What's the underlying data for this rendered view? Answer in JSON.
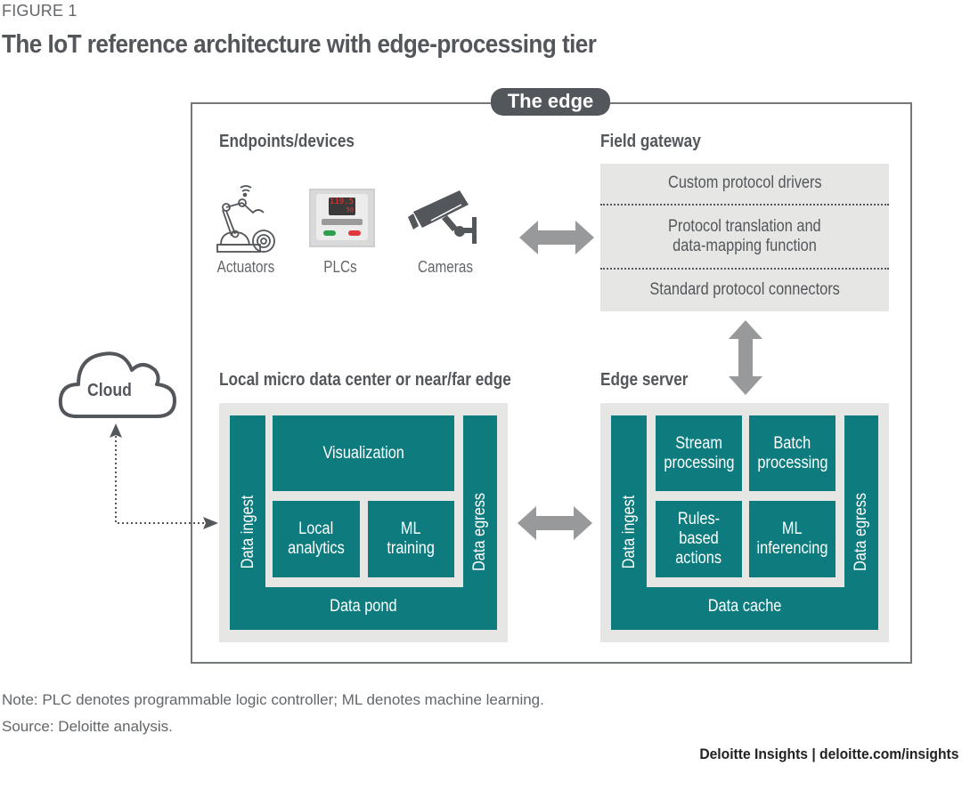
{
  "figure_label": "FIGURE 1",
  "title": "The IoT reference architecture with edge-processing tier",
  "edge_label": "The edge",
  "endpoints": {
    "heading": "Endpoints/devices",
    "devices": [
      {
        "label": "Actuators",
        "icon": "robot-arm-icon"
      },
      {
        "label": "PLCs",
        "icon": "plc-controller-icon",
        "display_top": "119.5",
        "display_bottom": "50"
      },
      {
        "label": "Cameras",
        "icon": "security-camera-icon"
      }
    ]
  },
  "field_gateway": {
    "heading": "Field gateway",
    "layers": [
      {
        "lines": [
          "Custom protocol drivers"
        ]
      },
      {
        "lines": [
          "Protocol translation and",
          "data-mapping function"
        ]
      },
      {
        "lines": [
          "Standard protocol connectors"
        ]
      }
    ]
  },
  "cloud": {
    "label": "Cloud"
  },
  "local_edge": {
    "heading": "Local micro data center or near/far edge",
    "left_bar": "Data ingest",
    "right_bar": "Data egress",
    "bottom_bar": "Data pond",
    "top_block": "Visualization",
    "blocks": [
      {
        "lines": [
          "Local",
          "analytics"
        ]
      },
      {
        "lines": [
          "ML",
          "training"
        ]
      }
    ]
  },
  "edge_server": {
    "heading": "Edge server",
    "left_bar": "Data ingest",
    "right_bar": "Data egress",
    "bottom_bar": "Data cache",
    "blocks": [
      {
        "lines": [
          "Stream",
          "processing"
        ]
      },
      {
        "lines": [
          "Batch",
          "processing"
        ]
      },
      {
        "lines": [
          "Rules-based",
          "actions"
        ]
      },
      {
        "lines": [
          "ML",
          "inferencing"
        ]
      }
    ]
  },
  "colors": {
    "teal": "#0e7c7e",
    "panel_gray": "#e6e6e5",
    "dark_gray": "#53565a",
    "arrow_gray": "#97999b"
  },
  "footer": {
    "note": "Note: PLC denotes programmable logic controller; ML denotes machine learning.",
    "source": "Source: Deloitte analysis.",
    "credit": "Deloitte Insights | deloitte.com/insights"
  }
}
